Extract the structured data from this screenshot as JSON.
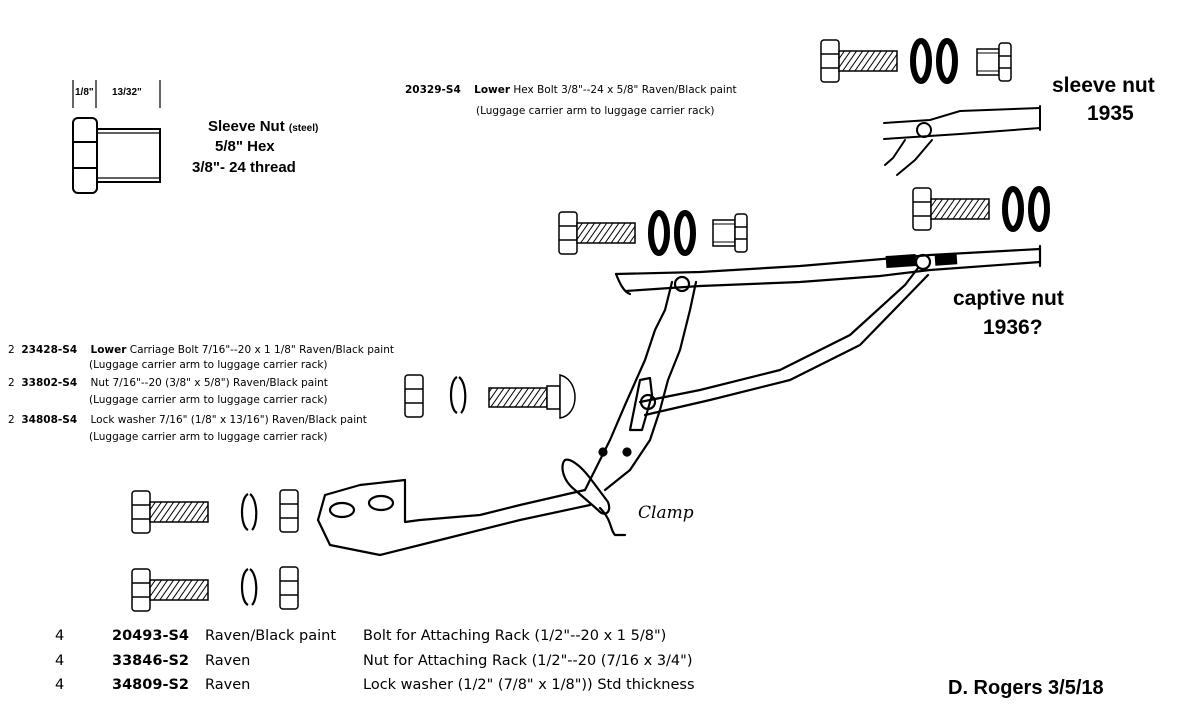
{
  "title": "Luggage carrier arm hardware diagram",
  "sleeve_nut_spec": {
    "dim_a": "1/8\"",
    "dim_b": "13/32\"",
    "name": "Sleeve Nut",
    "material": "(steel)",
    "hex": "5/8\" Hex",
    "thread": "3/8\"- 24 thread"
  },
  "upper_part": {
    "part_no": "20329-S4",
    "emphasis": "Lower",
    "desc": "Hex Bolt  3/8\"--24 x 5/8\"  Raven/Black paint",
    "note": "(Luggage carrier arm to luggage carrier rack)"
  },
  "callouts": {
    "sleeve_nut": "sleeve nut",
    "sleeve_nut_year": "1935",
    "captive_nut": "captive nut",
    "captive_nut_year": "1936?",
    "clamp": "Clamp"
  },
  "middle_parts": [
    {
      "qty": "2",
      "part_no": "23428-S4",
      "emphasis": "Lower",
      "desc": "Carriage Bolt  7/16\"--20 x 1 1/8\"  Raven/Black paint",
      "note": "(Luggage carrier arm to luggage carrier rack)"
    },
    {
      "qty": "2",
      "part_no": "33802-S4",
      "emphasis": "",
      "desc": "Nut   7/16\"--20  (3/8\" x 5/8\")   Raven/Black paint",
      "note": "(Luggage carrier arm to luggage carrier rack)"
    },
    {
      "qty": "2",
      "part_no": "34808-S4",
      "emphasis": "",
      "desc": "Lock washer  7/16\" (1/8\" x 13/16\")    Raven/Black paint",
      "note": "(Luggage carrier arm to luggage carrier rack)"
    }
  ],
  "bottom_parts": [
    {
      "qty": "4",
      "part_no": "20493-S4",
      "finish": "Raven/Black paint",
      "desc": "Bolt for Attaching Rack  (1/2\"--20 x 1 5/8\")"
    },
    {
      "qty": "4",
      "part_no": "33846-S2",
      "finish": "Raven",
      "desc": "Nut for Attaching Rack (1/2\"--20 (7/16 x 3/4\")"
    },
    {
      "qty": "4",
      "part_no": "34809-S2",
      "finish": "Raven",
      "desc": "Lock washer (1/2\" (7/8\" x 1/8\")) Std thickness"
    }
  ],
  "signature": "D. Rogers  3/5/18"
}
